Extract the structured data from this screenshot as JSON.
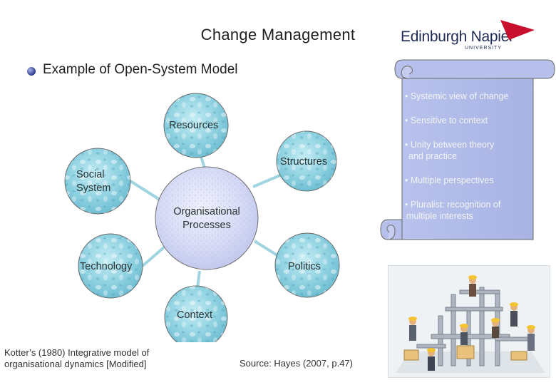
{
  "header": {
    "title": "Change Management",
    "logo_name": "Edinburgh Napier",
    "logo_sub": "UNIVERSITY",
    "brand_color": "#c8102e"
  },
  "subtitle": "Example of Open-System Model",
  "diagram": {
    "center": [
      "Organisational",
      "Processes"
    ],
    "nodes": {
      "resources": "Resources",
      "structures": "Structures",
      "social": [
        "Social",
        "System"
      ],
      "technology": "Technology",
      "politics": "Politics",
      "context": "Context"
    },
    "colors": {
      "bubble": "#8fd0df",
      "center": "#d8def7"
    }
  },
  "scroll": {
    "items": [
      "• Systemic view of change",
      "• Sensitive to context",
      [
        "• Unity between theory",
        "and practice"
      ],
      "• Multiple perspectives",
      [
        "• Pluralist: recognition of",
        "multiple interests"
      ]
    ],
    "color": "#aeb9e8"
  },
  "footer": {
    "left": [
      "Kotter’s (1980) Integrative model of",
      "organisational dynamics [Modified]"
    ],
    "source": "Source: Hayes (2007, p.47)"
  },
  "icons": {
    "bullet": "bullet-sphere-icon",
    "logo": "napier-flag-icon"
  }
}
